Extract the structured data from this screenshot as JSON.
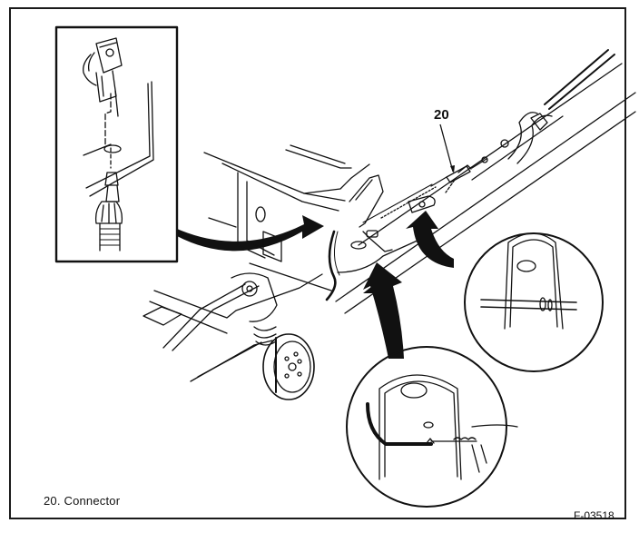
{
  "figure": {
    "id_label": "F-03518",
    "callouts": [
      {
        "number": "20",
        "target": "connector"
      }
    ],
    "legend": [
      {
        "number": "20",
        "label": "Connector",
        "text": "20.  Connector"
      }
    ],
    "insets": [
      {
        "name": "cable-end-inset",
        "shape": "rectangle",
        "depicts": "cable end and bracket clip"
      },
      {
        "name": "bracket-detail-upper",
        "shape": "circle",
        "depicts": "cable routed through bracket"
      },
      {
        "name": "bracket-detail-lower",
        "shape": "circle",
        "depicts": "cable housing at bracket"
      }
    ],
    "colors": {
      "ink": "#111111",
      "paper": "#ffffff"
    }
  }
}
